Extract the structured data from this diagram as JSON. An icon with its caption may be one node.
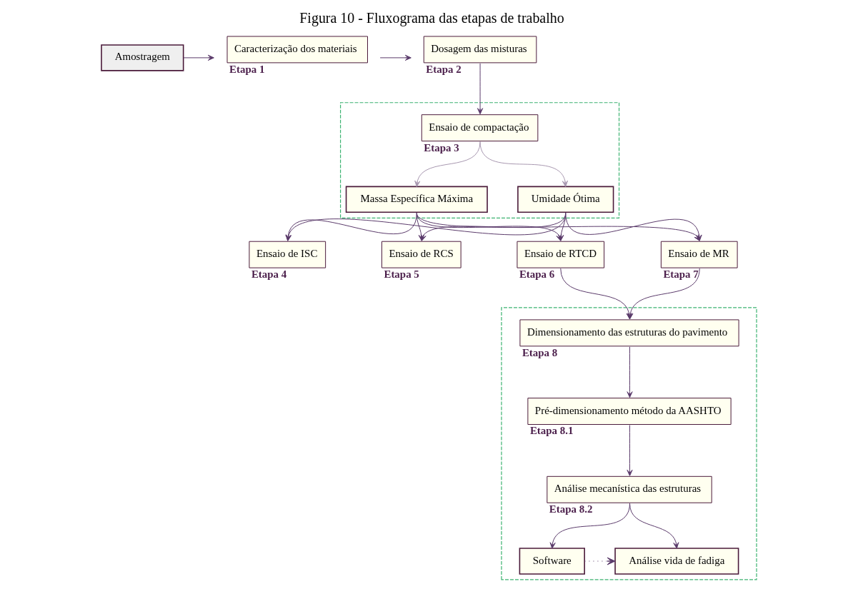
{
  "diagram": {
    "title": "Figura 10 - Fluxograma das etapas de trabalho",
    "nodes": [
      {
        "text": [
          "Amostragem"
        ]
      },
      {
        "text": [
          "Caracterização dos materiais"
        ],
        "beside": [
          "Etapa 1"
        ]
      },
      {
        "text": [
          "Dosagem das misturas"
        ],
        "beside": [
          "Etapa 2"
        ]
      },
      {
        "text": [],
        "shape": "box"
      },
      {
        "text": [
          "Ensaio de compactação"
        ],
        "in": 3,
        "beside": [
          "Etapa 3"
        ]
      },
      {
        "text": [
          "Massa Específica Máxima"
        ],
        "in": 3
      },
      {
        "text": [
          "Umidade Ótima"
        ],
        "in": 3
      },
      {
        "text": [
          "Ensaio de ISC"
        ],
        "beside": [
          "Etapa 4"
        ]
      },
      {
        "text": [
          "Ensaio de RCS"
        ],
        "beside": [
          "Etapa 5"
        ]
      },
      {
        "text": [
          "Ensaio de RTCD"
        ],
        "beside": [
          "Etapa 6"
        ]
      },
      {
        "text": [
          "Ensaio de MR"
        ],
        "beside": [
          "Etapa 7"
        ]
      },
      {
        "text": [],
        "shape": "box"
      },
      {
        "text": [
          "Dimensionamento das estruturas do pavimento"
        ],
        "in": 11,
        "beside": [
          "Etapa 8"
        ]
      },
      {
        "text": [
          "Pré-dimensionamento método da AASHTO"
        ],
        "in": 11,
        "beside": [
          "Etapa 8.1"
        ]
      },
      {
        "text": [
          "Análise mecanística das estruturas"
        ],
        "in": 11,
        "beside": [
          "Etapa 8.2"
        ]
      },
      {
        "text": [
          "Software"
        ],
        "in": 11
      },
      {
        "text": [
          "Análise vida de fadiga"
        ],
        "in": 11
      }
    ],
    "edges": [
      {
        "from": 0,
        "to": 1,
        "arrow": "to"
      },
      {
        "from": 1,
        "to": 2,
        "arrow": "to"
      },
      {
        "from": 2,
        "to": 4,
        "arrow": "to"
      },
      {
        "from": 4,
        "to": 5,
        "arrow": "to",
        "color": "#a898b0"
      },
      {
        "from": 4,
        "to": 6,
        "arrow": "to",
        "color": "#a898b0"
      },
      {
        "from": 5,
        "to": 7,
        "arrow": "to"
      },
      {
        "from": 5,
        "to": 8,
        "arrow": "to"
      },
      {
        "from": 5,
        "to": 9,
        "arrow": "to"
      },
      {
        "from": 5,
        "to": 10,
        "arrow": "to"
      },
      {
        "from": 6,
        "to": 7,
        "arrow": "to"
      },
      {
        "from": 6,
        "to": 8,
        "arrow": "to"
      },
      {
        "from": 6,
        "to": 9,
        "arrow": "to"
      },
      {
        "from": 6,
        "to": 10,
        "arrow": "to"
      },
      {
        "from": 9,
        "to": 12,
        "arrow": "to"
      },
      {
        "from": 10,
        "to": 12,
        "arrow": "to"
      },
      {
        "from": 12,
        "to": 13,
        "arrow": "to"
      },
      {
        "from": 13,
        "to": 14,
        "arrow": "to"
      },
      {
        "from": 14,
        "to": 15,
        "arrow": "to"
      },
      {
        "from": 14,
        "to": 16,
        "arrow": "to"
      },
      {
        "from": 15,
        "to": 16,
        "arrow": "to",
        "style": "dashed"
      }
    ]
  }
}
